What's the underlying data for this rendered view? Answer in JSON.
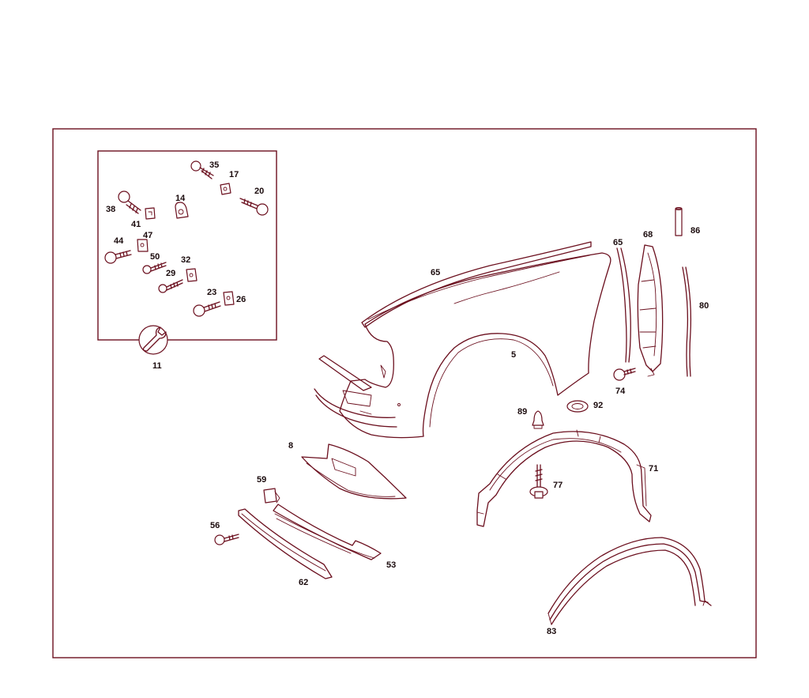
{
  "colors": {
    "line": "#6b0f1e",
    "text": "#1a0a0c",
    "background": "#ffffff"
  },
  "labels": {
    "p5": "5",
    "p8": "8",
    "p11": "11",
    "p14": "14",
    "p17": "17",
    "p20": "20",
    "p23": "23",
    "p26": "26",
    "p29": "29",
    "p32": "32",
    "p35": "35",
    "p38": "38",
    "p41": "41",
    "p44": "44",
    "p47": "47",
    "p50": "50",
    "p53": "53",
    "p56": "56",
    "p59": "59",
    "p62": "62",
    "p65a": "65",
    "p65b": "65",
    "p68": "68",
    "p71": "71",
    "p74": "74",
    "p77": "77",
    "p80": "80",
    "p83": "83",
    "p86": "86",
    "p89": "89",
    "p92": "92"
  },
  "icons": {
    "p11": "wrench-icon"
  }
}
